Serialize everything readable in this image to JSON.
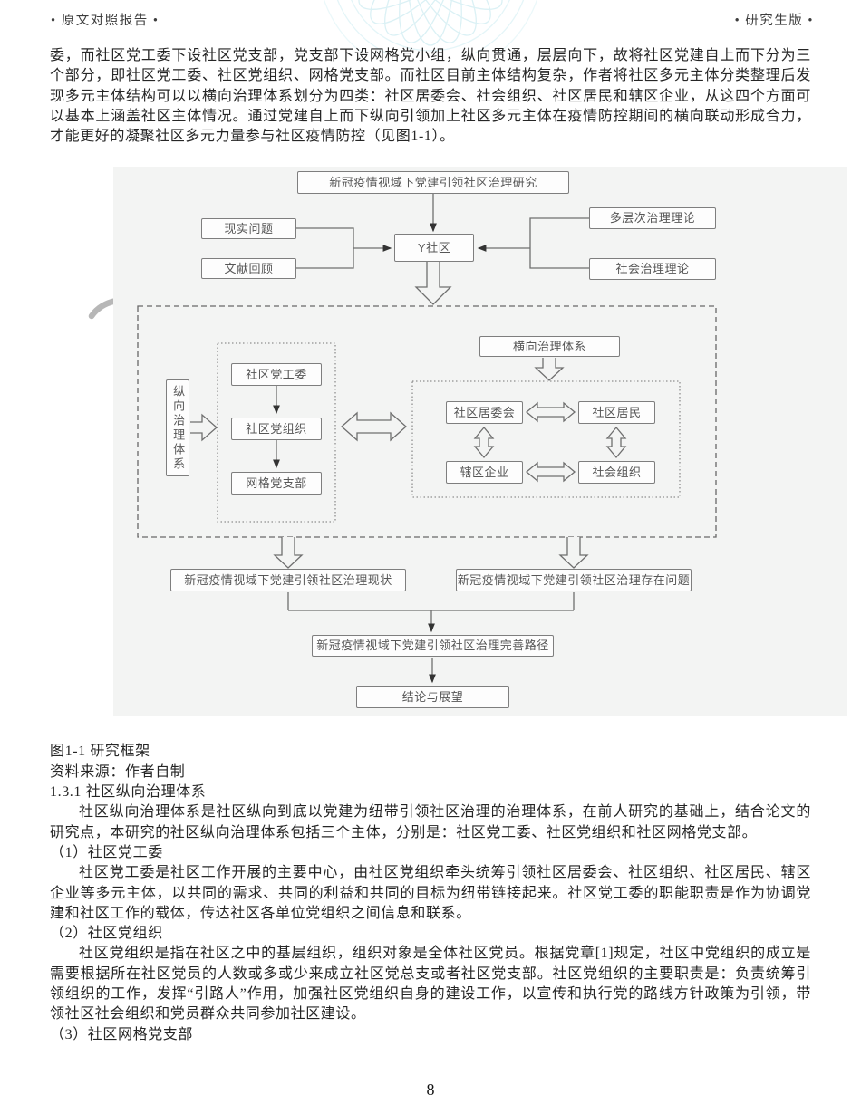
{
  "header": {
    "left": "• 原文对照报告 •",
    "right": "• 研究生版 •"
  },
  "body": {
    "para_continuation": "委，而社区党工委下设社区党支部，党支部下设网格党小组，纵向贯通，层层向下，故将社区党建自上而下分为三个部分，即社区党工委、社区党组织、网格党支部。而社区目前主体结构复杂，作者将社区多元主体分类整理后发现多元主体结构可以以横向治理体系划分为四类：社区居委会、社会组织、社区居民和辖区企业，从这四个方面可以基本上涵盖社区主体情况。通过党建自上而下纵向引领加上社区多元主体在疫情防控期间的横向联动形成合力，才能更好的凝聚社区多元力量参与社区疫情防控（见图1-1）。",
    "caption_title": "图1-1 研究框架",
    "caption_source": "资料来源：作者自制",
    "section_heading": "1.3.1 社区纵向治理体系",
    "para_vertical": "社区纵向治理体系是社区纵向到底以党建为纽带引领社区治理的治理体系，在前人研究的基础上，结合论文的研究点，本研究的社区纵向治理体系包括三个主体，分别是：社区党工委、社区党组织和社区网格党支部。",
    "item1_heading": "（1）社区党工委",
    "para_item1": "社区党工委是社区工作开展的主要中心，由社区党组织牵头统筹引领社区居委会、社区组织、社区居民、辖区企业等多元主体，以共同的需求、共同的利益和共同的目标为纽带链接起来。社区党工委的职能职责是作为协调党建和社区工作的载体，传达社区各单位党组织之间信息和联系。",
    "item2_heading": "（2）社区党组织",
    "para_item2": "社区党组织是指在社区之中的基层组织，组织对象是全体社区党员。根据党章[1]规定，社区中党组织的成立是需要根据所在社区党员的人数或多或少来成立社区党总支或者社区党支部。社区党组织的主要职责是：负责统筹引领组织的工作，发挥“引路人”作用，加强社区党组织自身的建设工作，以宣传和执行党的路线方针政策为引领，带领社区社会组织和党员群众共同参加社区建设。",
    "item3_heading": "（3）社区网格党支部",
    "page_number": "8"
  },
  "figure": {
    "nodes": {
      "top_title": "新冠疫情视域下党建引领社区治理研究",
      "y_community": "Y社区",
      "reality": "现实问题",
      "literature": "文献回顾",
      "multilevel_theory": "多层次治理理论",
      "social_theory": "社会治理理论",
      "horizontal_system": "横向治理体系",
      "vertical_system": "纵向治理体系",
      "party_committee": "社区党工委",
      "party_org": "社区党组织",
      "grid_branch": "网格党支部",
      "residents_committee": "社区居委会",
      "residents": "社区居民",
      "enterprises": "辖区企业",
      "social_orgs": "社会组织",
      "status": "新冠疫情视域下党建引领社区治理现状",
      "problems": "新冠疫情视域下党建引领社区治理存在问题",
      "path": "新冠疫情视域下党建引领社区治理完善路径",
      "conclusion": "结论与展望"
    }
  }
}
